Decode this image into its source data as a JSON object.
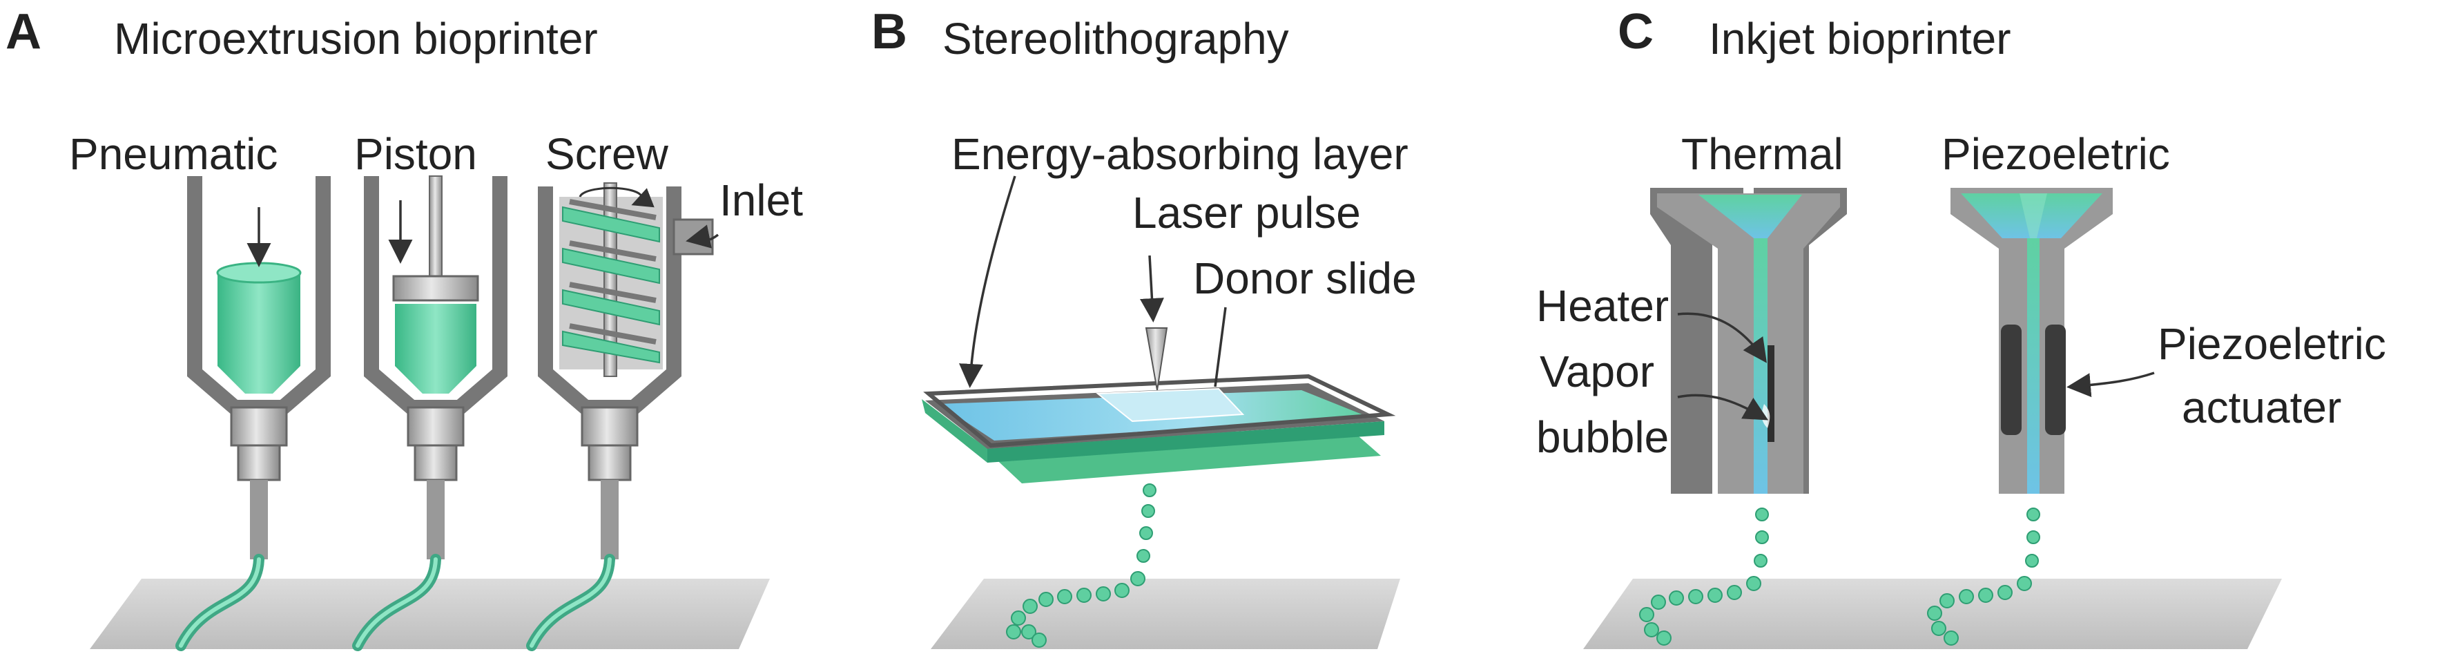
{
  "panels": [
    {
      "letter": "A",
      "title": "Microextrusion bioprinter",
      "labels": {
        "pneumatic": "Pneumatic",
        "piston": "Piston",
        "screw": "Screw",
        "inlet": "Inlet"
      }
    },
    {
      "letter": "B",
      "title": "Stereolithography",
      "labels": {
        "energy_layer": "Energy-absorbing layer",
        "laser_pulse": "Laser pulse",
        "donor_slide": "Donor slide"
      }
    },
    {
      "letter": "C",
      "title": "Inkjet bioprinter",
      "labels": {
        "thermal": "Thermal",
        "piezoelectric": "Piezoeletric",
        "heater": "Heater",
        "vapor": "Vapor",
        "bubble": "bubble",
        "piezo_actuator_1": "Piezoeletric",
        "piezo_actuator_2": "actuater"
      }
    }
  ],
  "colors": {
    "bioink": "#5fcfa0",
    "bioink_dark": "#2e9e73",
    "bioink_blue": "#6ec3e6",
    "metal": "#a8a8a8",
    "metal_dark": "#6d6d6d",
    "platform": "#c9c9c9",
    "actuator": "#3b3b3b"
  }
}
